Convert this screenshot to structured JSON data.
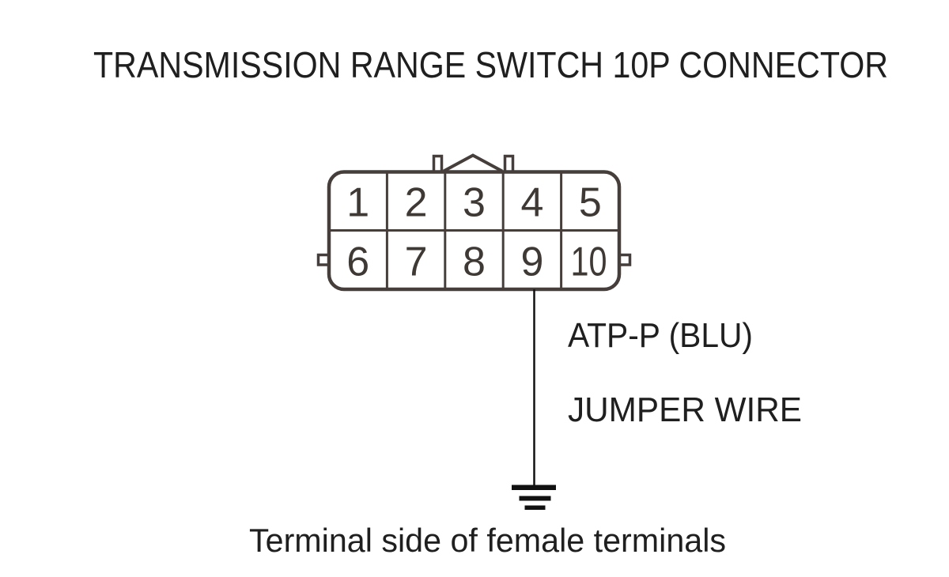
{
  "title": "TRANSMISSION RANGE SWITCH 10P CONNECTOR",
  "connector": {
    "type": "10P connector",
    "rows": 2,
    "columns": 5,
    "pins": [
      "1",
      "2",
      "3",
      "4",
      "5",
      "6",
      "7",
      "8",
      "9",
      "10"
    ],
    "wire_connected_pin": "9"
  },
  "labels": {
    "wire_name": "ATP-P (BLU)",
    "jumper": "JUMPER WIRE"
  },
  "caption": "Terminal side of female terminals",
  "icons": {
    "ground": "ground-symbol-icon"
  },
  "colors": {
    "background": "#ffffff",
    "connector_line": "#453e3b",
    "text": "#1f1f1f",
    "wire": "#111111"
  }
}
